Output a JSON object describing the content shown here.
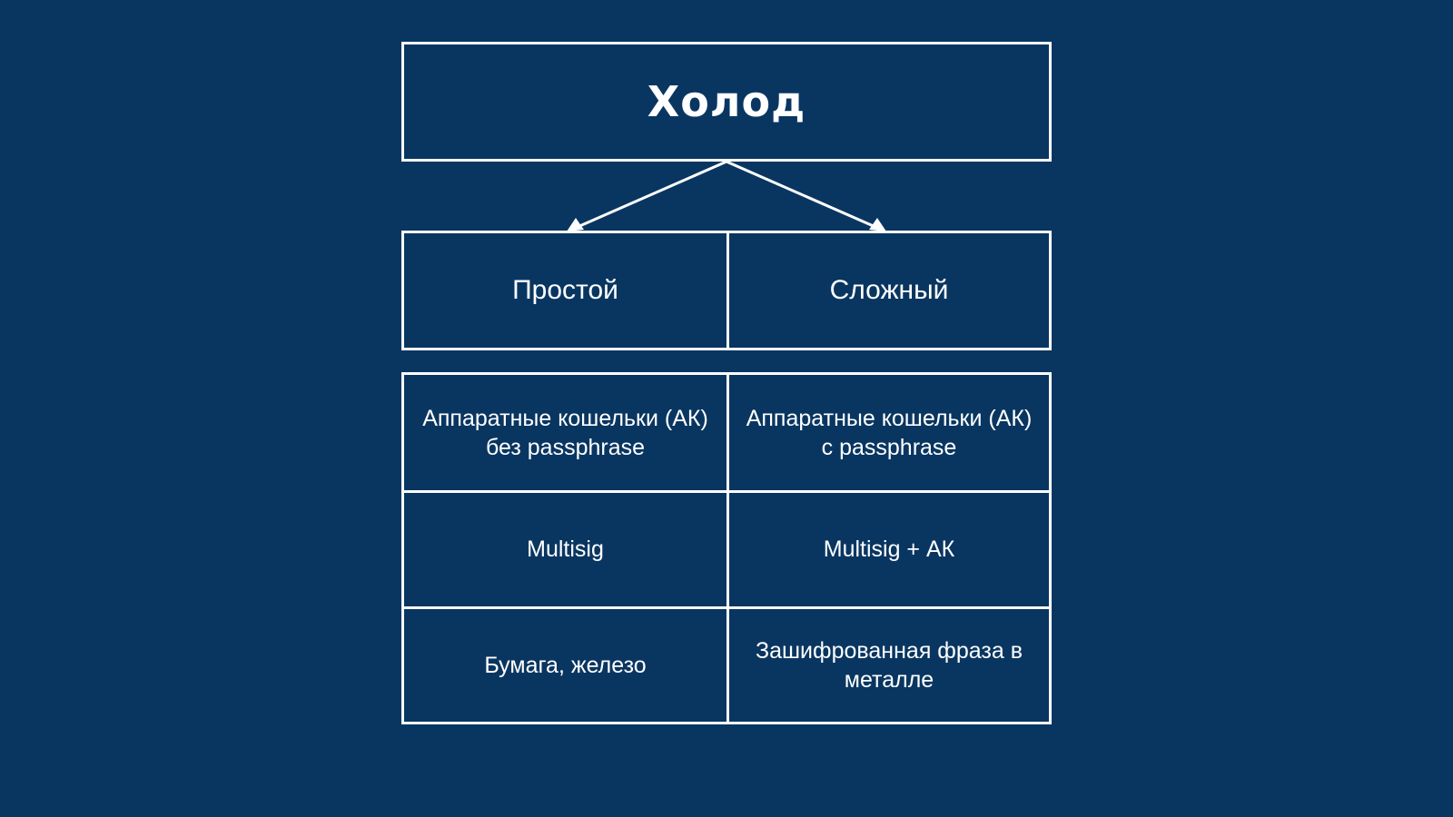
{
  "title": "Холод",
  "columns": [
    "Простой",
    "Сложный"
  ],
  "rows": [
    [
      "Аппаратные кошельки (АК) без passphrase",
      "Аппаратные кошельки (АК) с passphrase"
    ],
    [
      "Multisig",
      "Multisig + АК"
    ],
    [
      "Бумага, железо",
      "Зашифрованная фраза в металле"
    ]
  ],
  "colors": {
    "background": "#093661",
    "stroke": "#ffffff",
    "text": "#ffffff"
  }
}
